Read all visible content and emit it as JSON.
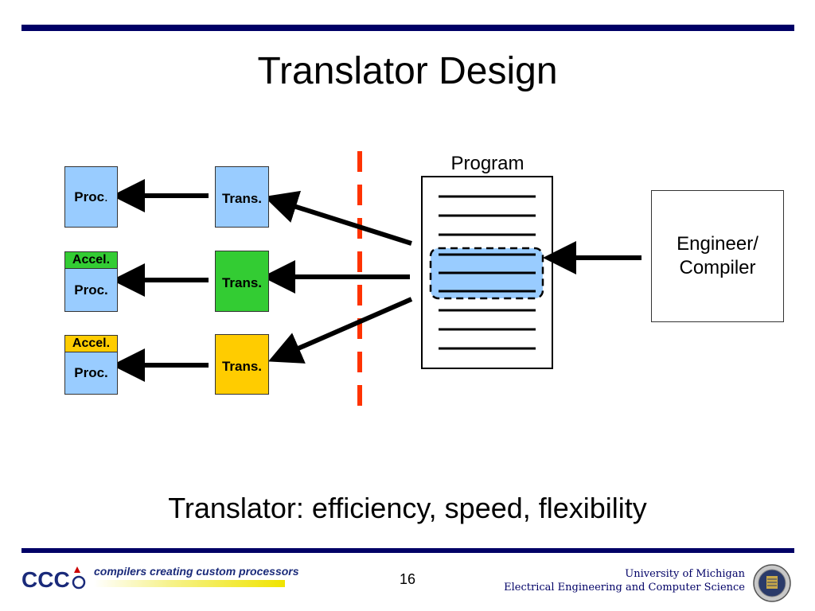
{
  "slide": {
    "title": "Translator Design",
    "subtitle": "Translator: efficiency, speed, flexibility",
    "page_number": "16"
  },
  "diagram": {
    "processors": [
      {
        "proc_label": "Proc",
        "proc_suffix": ".",
        "accel_label": "",
        "accel_color": ""
      },
      {
        "proc_label": "Proc.",
        "proc_suffix": "",
        "accel_label": "Accel.",
        "accel_color": "#33cc33"
      },
      {
        "proc_label": "Proc.",
        "proc_suffix": "",
        "accel_label": "Accel.",
        "accel_color": "#ffcc00"
      }
    ],
    "translators": [
      {
        "label": "Trans.",
        "color": "#99ccff"
      },
      {
        "label": "Trans.",
        "color": "#33cc33"
      },
      {
        "label": "Trans.",
        "color": "#ffcc00"
      }
    ],
    "program_label": "Program",
    "engineer_label_line1": "Engineer/",
    "engineer_label_line2": "Compiler",
    "proc_color": "#99ccff",
    "highlight_color": "#99ccff",
    "divider_color": "#ff3300"
  },
  "footer": {
    "logo_text": "CCC",
    "tagline": "compilers creating custom processors",
    "university": "University of Michigan",
    "department": "Electrical Engineering and Computer Science"
  }
}
